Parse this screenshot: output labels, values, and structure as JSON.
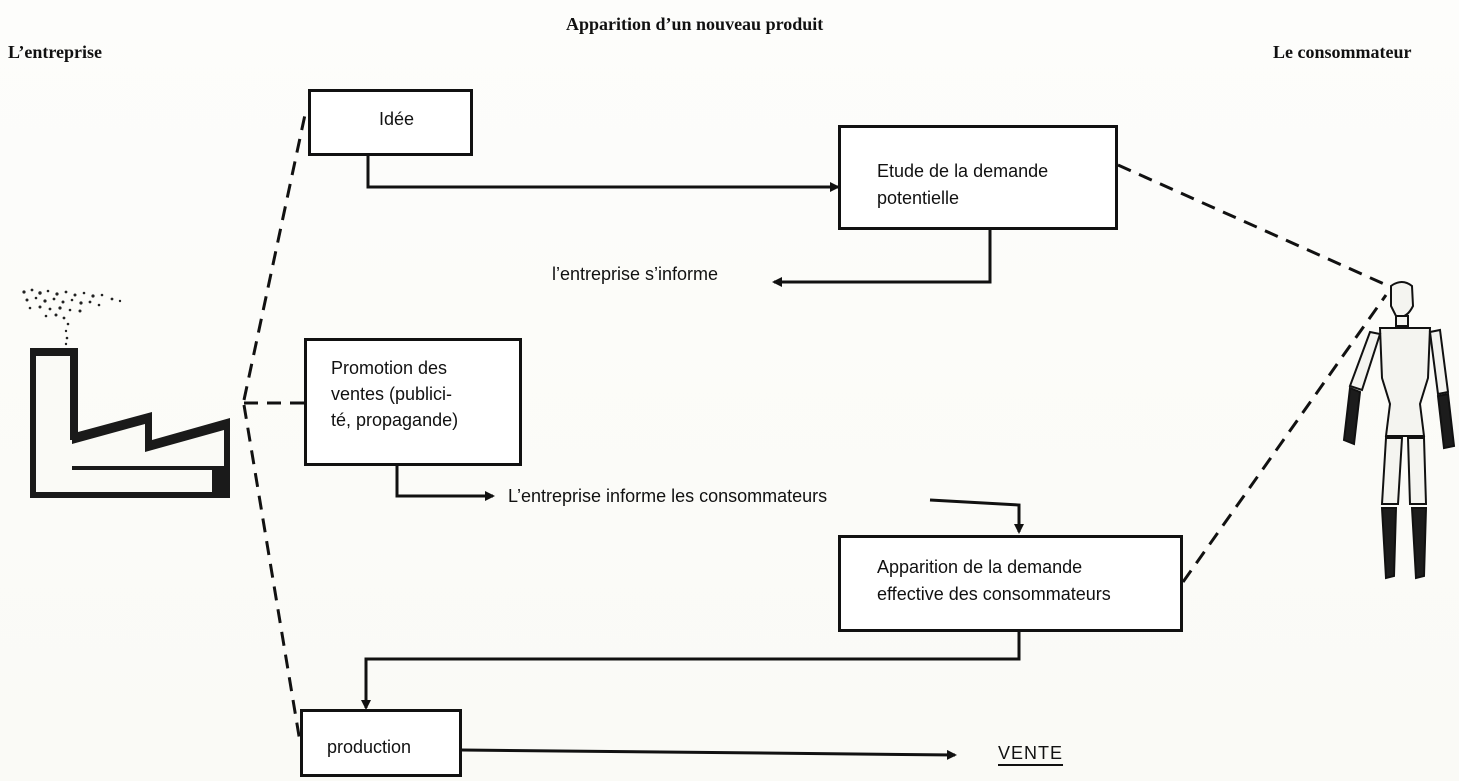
{
  "title": "Apparition d’un nouveau produit",
  "left_heading": "L’entreprise",
  "right_heading": "Le consommateur",
  "icons": {
    "factory": "factory-icon",
    "consumer": "person-figure-icon"
  },
  "boxes": {
    "idee": {
      "lines": [
        "Idée"
      ]
    },
    "etude": {
      "lines": [
        "Etude de la demande",
        "potentielle"
      ]
    },
    "promotion": {
      "lines": [
        "Promotion des",
        "ventes (publici-",
        "té, propagande)"
      ]
    },
    "apparition": {
      "lines": [
        "Apparition de la demande",
        "effective des consommateurs"
      ]
    },
    "production": {
      "lines": [
        "production"
      ]
    }
  },
  "labels": {
    "informe_soi": "l’entreprise s’informe",
    "informe_conso": "L’entreprise informe les consommateurs",
    "vente": "VENTE"
  },
  "colors": {
    "ink": "#111111"
  }
}
